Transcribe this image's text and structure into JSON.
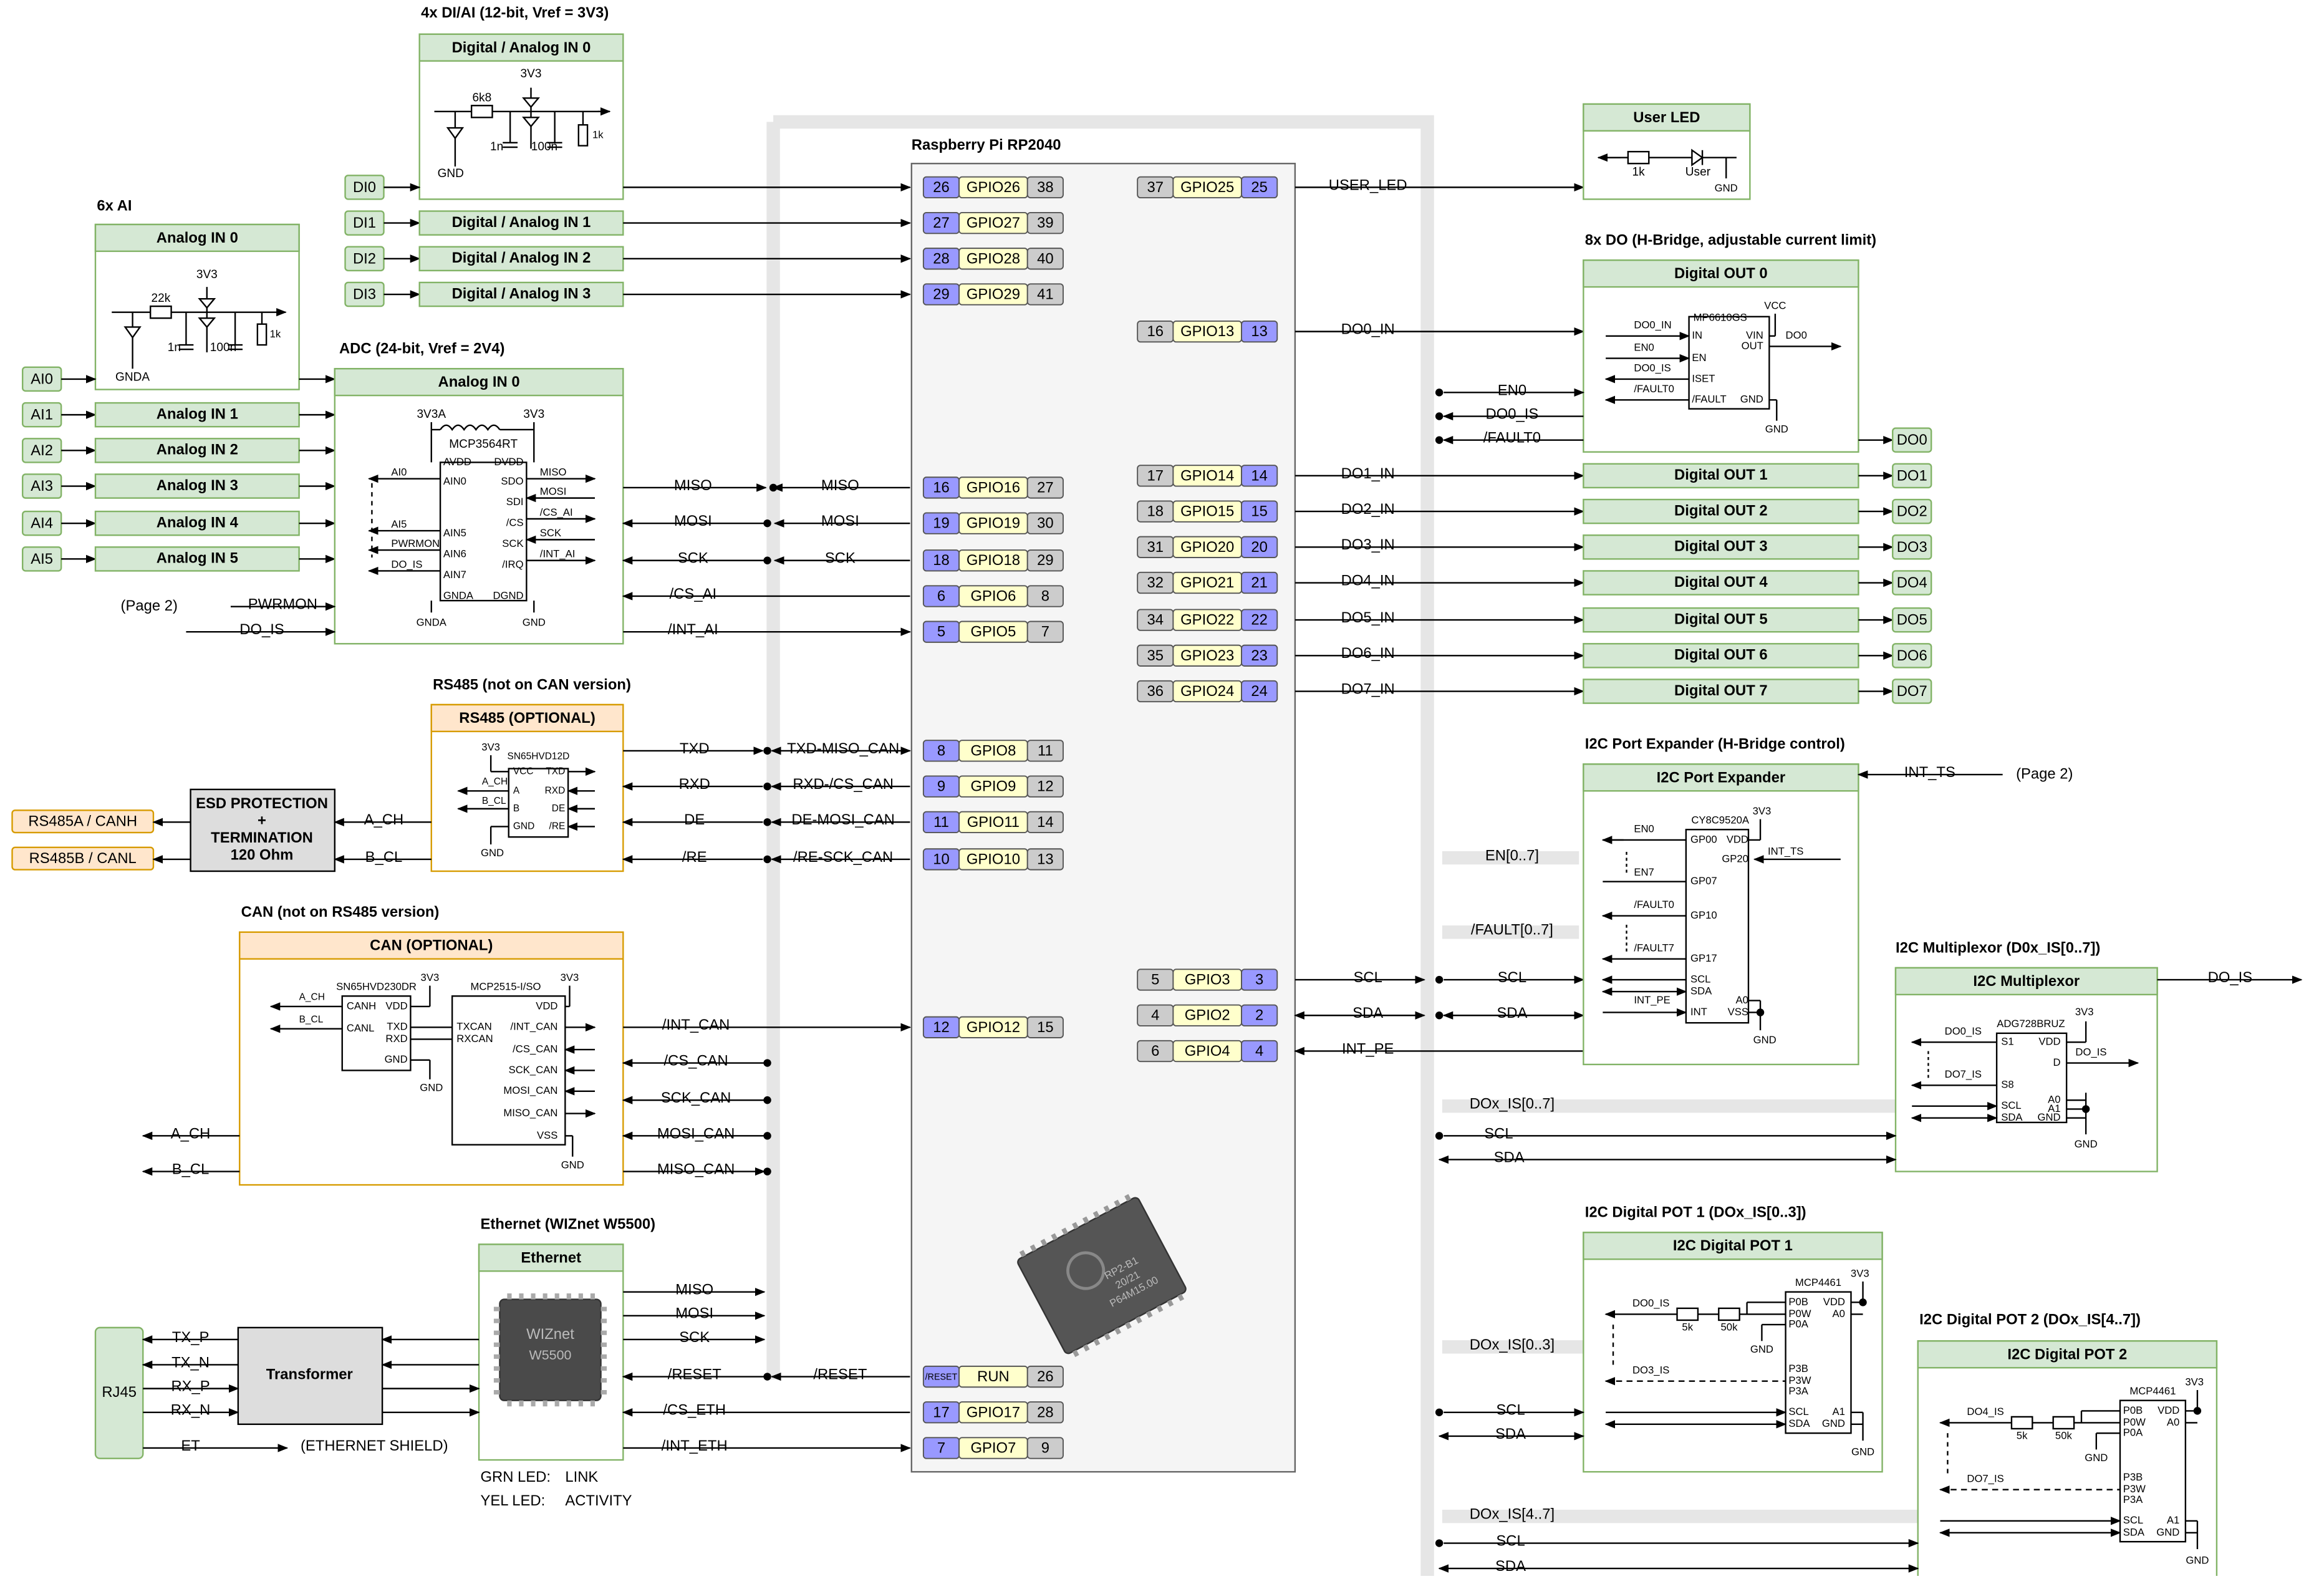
{
  "section_titles": {
    "di_ai": "4x DI/AI (12-bit, Vref = 3V3)",
    "ai6": "6x AI",
    "adc": "ADC (24-bit, Vref = 2V4)",
    "rs485": "RS485 (not on CAN version)",
    "can": "CAN (not on RS485 version)",
    "eth": "Ethernet (WIZnet W5500)",
    "mcu": "Raspberry Pi RP2040",
    "user_led": "User LED",
    "do": "8x DO (H-Bridge, adjustable current limit)",
    "io_exp": "I2C Port Expander (H-Bridge control)",
    "mux": "I2C Multiplexor (D0x_IS[0..7])",
    "pot1": "I2C Digital POT 1 (DOx_IS[0..3])",
    "pot2": "I2C Digital POT 2 (DOx_IS[4..7])"
  },
  "di_channels": [
    {
      "input": "DI0",
      "block": "Digital / Analog IN 0",
      "pin": "26",
      "gpio": "GPIO26",
      "phys": "38"
    },
    {
      "input": "DI1",
      "block": "Digital / Analog IN 1",
      "pin": "27",
      "gpio": "GPIO27",
      "phys": "39"
    },
    {
      "input": "DI2",
      "block": "Digital / Analog IN 2",
      "pin": "28",
      "gpio": "GPIO28",
      "phys": "40"
    },
    {
      "input": "DI3",
      "block": "Digital / Analog IN 3",
      "pin": "29",
      "gpio": "GPIO29",
      "phys": "41"
    }
  ],
  "di_detail": {
    "r1": "6k8",
    "c1": "1n",
    "c2": "100n",
    "r2": "1k",
    "vcc": "3V3",
    "gnd": "GND"
  },
  "ai_channels": [
    {
      "input": "AI0",
      "block": "Analog IN 0"
    },
    {
      "input": "AI1",
      "block": "Analog IN 1"
    },
    {
      "input": "AI2",
      "block": "Analog IN 2"
    },
    {
      "input": "AI3",
      "block": "Analog IN 3"
    },
    {
      "input": "AI4",
      "block": "Analog IN 4"
    },
    {
      "input": "AI5",
      "block": "Analog IN 5"
    }
  ],
  "ai_detail": {
    "r1": "22k",
    "c1": "1n",
    "c2": "100n",
    "r2": "1k",
    "vcc": "3V3",
    "gnd": "GNDA"
  },
  "adc": {
    "title": "Analog IN 0",
    "chip": "MCP3564RT",
    "vref": "3V3A",
    "vdd": "3V3",
    "left_pins": [
      "AVDD",
      "AIN0",
      "AIN5",
      "AIN6",
      "AIN7"
    ],
    "left_signals": [
      "AI0",
      "AI5",
      "PWRMON",
      "DO_IS"
    ],
    "right_pins": [
      "DVDD",
      "SDO",
      "SDI",
      "/CS",
      "SCK",
      "/IRQ"
    ],
    "right_signals": [
      "MISO",
      "MOSI",
      "/CS_AI",
      "SCK",
      "/INT_AI"
    ],
    "bottom_pins": [
      "GNDA",
      "DGND"
    ],
    "gnd_a": "GNDA",
    "gnd_d": "GND",
    "ext_page": "(Page 2)",
    "ext_pwrmon": "PWRMON",
    "ext_dois": "DO_IS"
  },
  "spi_labels": {
    "miso": "MISO",
    "mosi": "MOSI",
    "sck": "SCK",
    "cs_ai": "/CS_AI",
    "int_ai": "/INT_AI"
  },
  "spi_pins": [
    {
      "pin": "16",
      "gpio": "GPIO16",
      "phys": "27"
    },
    {
      "pin": "19",
      "gpio": "GPIO19",
      "phys": "30"
    },
    {
      "pin": "18",
      "gpio": "GPIO18",
      "phys": "29"
    },
    {
      "pin": "6",
      "gpio": "GPIO6",
      "phys": "8"
    },
    {
      "pin": "5",
      "gpio": "GPIO5",
      "phys": "7"
    }
  ],
  "rs485": {
    "title": "RS485 (OPTIONAL)",
    "chip": "SN65HVD12D",
    "vcc": "3V3",
    "gnd": "GND",
    "left_pins": [
      "VCC",
      "A",
      "B",
      "GND"
    ],
    "right_pins": [
      "TXD",
      "RXD",
      "DE",
      "/RE"
    ],
    "a_ch": "A_CH",
    "b_cl": "B_CL",
    "esd": [
      "ESD PROTECTION",
      "+",
      "TERMINATION",
      "120 Ohm"
    ],
    "conn_a": "RS485A / CANH",
    "conn_b": "RS485B / CANL",
    "signals": [
      "TXD",
      "RXD",
      "DE",
      "/RE"
    ],
    "muxed": [
      "TXD-MISO_CAN",
      "RXD-/CS_CAN",
      "DE-MOSI_CAN",
      "/RE-SCK_CAN"
    ],
    "pins": [
      {
        "pin": "8",
        "gpio": "GPIO8",
        "phys": "11"
      },
      {
        "pin": "9",
        "gpio": "GPIO9",
        "phys": "12"
      },
      {
        "pin": "11",
        "gpio": "GPIO11",
        "phys": "14"
      },
      {
        "pin": "10",
        "gpio": "GPIO10",
        "phys": "13"
      }
    ]
  },
  "can": {
    "title": "CAN (OPTIONAL)",
    "xcvr": "SN65HVD230DR",
    "ctrl": "MCP2515-I/SO",
    "vcc": "3V3",
    "gnd": "GND",
    "xcvr_left": [
      "CANH",
      "CANL"
    ],
    "xcvr_right": [
      "VDD",
      "TXD",
      "RXD",
      "GND"
    ],
    "ctrl_left": [
      "TXCAN",
      "RXCAN"
    ],
    "ctrl_right": [
      "VDD",
      "/INT_CAN",
      "/CS_CAN",
      "SCK_CAN",
      "MOSI_CAN",
      "MISO_CAN",
      "VSS"
    ],
    "a_ch": "A_CH",
    "b_cl": "B_CL",
    "signals": [
      "/INT_CAN",
      "/CS_CAN",
      "SCK_CAN",
      "MOSI_CAN",
      "MISO_CAN"
    ],
    "pin": {
      "pin": "12",
      "gpio": "GPIO12",
      "phys": "15"
    }
  },
  "eth": {
    "title": "Ethernet",
    "chip_brand": "WIZnet",
    "chip_model": "W5500",
    "signals": [
      "MISO",
      "MOSI",
      "SCK",
      "/RESET",
      "/CS_ETH",
      "/INT_ETH"
    ],
    "rj45": "RJ45",
    "transformer": "Transformer",
    "pairs": [
      "TX_P",
      "TX_N",
      "RX_P",
      "RX_N"
    ],
    "et": "ET",
    "shield": "(ETHERNET SHIELD)",
    "grn": "GRN LED:",
    "grn_val": "LINK",
    "yel": "YEL LED:",
    "yel_val": "ACTIVITY",
    "reset_label": "/RESET",
    "pins": [
      {
        "pin": "/RESET",
        "gpio": "RUN",
        "phys": "26"
      },
      {
        "pin": "17",
        "gpio": "GPIO17",
        "phys": "28"
      },
      {
        "pin": "7",
        "gpio": "GPIO7",
        "phys": "9"
      }
    ]
  },
  "chip_marking": {
    "line1": "RP2-B1",
    "line2": "20/21",
    "line3": "P64M15.00"
  },
  "right_pins": [
    {
      "phys": "37",
      "gpio": "GPIO25",
      "pin": "25",
      "signal": "USER_LED"
    },
    {
      "phys": "16",
      "gpio": "GPIO13",
      "pin": "13",
      "signal": "DO0_IN"
    },
    {
      "phys": "17",
      "gpio": "GPIO14",
      "pin": "14",
      "signal": "DO1_IN"
    },
    {
      "phys": "18",
      "gpio": "GPIO15",
      "pin": "15",
      "signal": "DO2_IN"
    },
    {
      "phys": "31",
      "gpio": "GPIO20",
      "pin": "20",
      "signal": "DO3_IN"
    },
    {
      "phys": "32",
      "gpio": "GPIO21",
      "pin": "21",
      "signal": "DO4_IN"
    },
    {
      "phys": "34",
      "gpio": "GPIO22",
      "pin": "22",
      "signal": "DO5_IN"
    },
    {
      "phys": "35",
      "gpio": "GPIO23",
      "pin": "23",
      "signal": "DO6_IN"
    },
    {
      "phys": "36",
      "gpio": "GPIO24",
      "pin": "24",
      "signal": "DO7_IN"
    },
    {
      "phys": "5",
      "gpio": "GPIO3",
      "pin": "3",
      "signal": "SCL"
    },
    {
      "phys": "4",
      "gpio": "GPIO2",
      "pin": "2",
      "signal": "SDA"
    },
    {
      "phys": "6",
      "gpio": "GPIO4",
      "pin": "4",
      "signal": "INT_PE"
    }
  ],
  "user_led": {
    "title": "User LED",
    "r": "1k",
    "led": "User",
    "gnd": "GND"
  },
  "do_block": {
    "title": "Digital OUT 0",
    "chip": "MP6610GS",
    "vcc": "VCC",
    "gnd": "GND",
    "left_pins": [
      "IN",
      "EN",
      "ISET",
      "/FAULT"
    ],
    "right_pins": [
      "VIN",
      "OUT",
      "GND"
    ],
    "signals": [
      "DO0_IN",
      "EN0",
      "DO0_IS",
      "/FAULT0"
    ],
    "out": "DO0",
    "ext": [
      "EN0",
      "DO0_IS",
      "/FAULT0"
    ]
  },
  "do_outputs": [
    {
      "block": "Digital OUT 1",
      "out": "DO1"
    },
    {
      "block": "Digital OUT 2",
      "out": "DO2"
    },
    {
      "block": "Digital OUT 3",
      "out": "DO3"
    },
    {
      "block": "Digital OUT 4",
      "out": "DO4"
    },
    {
      "block": "Digital OUT 5",
      "out": "DO5"
    },
    {
      "block": "Digital OUT 6",
      "out": "DO6"
    },
    {
      "block": "Digital OUT 7",
      "out": "DO7"
    }
  ],
  "io_exp": {
    "title": "I2C Port Expander",
    "chip": "CY8C9520A",
    "vcc": "3V3",
    "gnd": "GND",
    "left_pins": [
      "GP00",
      "GP07",
      "GP10",
      "GP17",
      "SCL",
      "SDA",
      "INT"
    ],
    "right_pins": [
      "VDD",
      "GP20",
      "A0",
      "VSS"
    ],
    "signals": [
      "EN0",
      "EN7",
      "/FAULT0",
      "/FAULT7",
      "INT_PE"
    ],
    "int_ts": "INT_TS",
    "page": "(Page 2)",
    "int_ts_pin": "INT_TS",
    "bus_en": "EN[0..7]",
    "bus_fault": "/FAULT[0..7]",
    "scl": "SCL",
    "sda": "SDA"
  },
  "mux": {
    "title": "I2C Multiplexor",
    "chip": "ADG728BRUZ",
    "vcc": "3V3",
    "gnd": "GND",
    "left_pins": [
      "S1",
      "S8",
      "SCL",
      "SDA"
    ],
    "right_pins": [
      "VDD",
      "D",
      "A0",
      "A1",
      "GND"
    ],
    "signals": [
      "DO0_IS",
      "DO7_IS"
    ],
    "d_out": "DO_IS",
    "ext_out": "DO_IS",
    "bus": "DOx_IS[0..7]",
    "scl": "SCL",
    "sda": "SDA"
  },
  "pot1": {
    "title": "I2C Digital POT 1",
    "chip": "MCP4461",
    "vcc": "3V3",
    "gnd": "GND",
    "left_pins": [
      "P0B",
      "P0W",
      "P0A",
      "P3B",
      "P3W",
      "P3A",
      "SCL",
      "SDA"
    ],
    "right_pins": [
      "VDD",
      "A0",
      "A1",
      "GND"
    ],
    "signals": [
      "DO0_IS",
      "DO3_IS"
    ],
    "r1": "5k",
    "r2": "50k",
    "bus": "DOx_IS[0..3]",
    "scl": "SCL",
    "sda": "SDA"
  },
  "pot2": {
    "title": "I2C Digital POT 2",
    "chip": "MCP4461",
    "vcc": "3V3",
    "gnd": "GND",
    "left_pins": [
      "P0B",
      "P0W",
      "P0A",
      "P3B",
      "P3W",
      "P3A",
      "SCL",
      "SDA"
    ],
    "right_pins": [
      "VDD",
      "A0",
      "A1",
      "GND"
    ],
    "signals": [
      "DO4_IS",
      "DO7_IS"
    ],
    "r1": "5k",
    "r2": "50k",
    "bus": "DOx_IS[4..7]",
    "scl": "SCL",
    "sda": "SDA"
  },
  "colors": {
    "green_fill": "#d5e8d4",
    "green_stroke": "#82b366",
    "orange_fill": "#ffe6cc",
    "orange_stroke": "#d79b00",
    "pin_blue": "#9999ff",
    "pin_yellow": "#ffffcc",
    "pin_gray": "#cccccc",
    "mcu_fill": "#f5f5f5",
    "bus_gray": "#e6e6e6"
  }
}
